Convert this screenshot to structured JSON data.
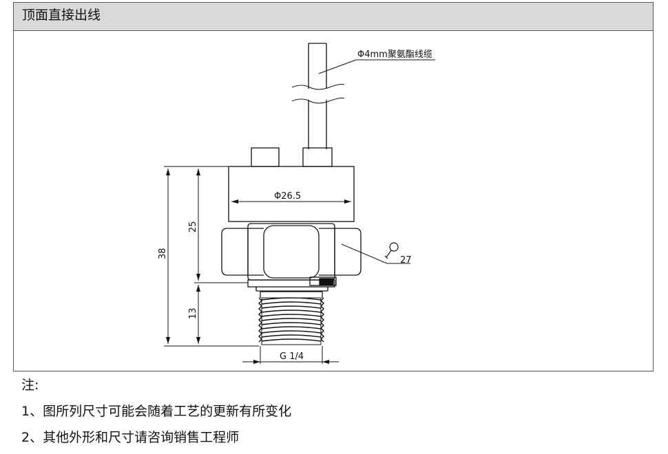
{
  "panel": {
    "title": "顶面直接出线"
  },
  "drawing": {
    "cable_label": "Φ4mm聚氨酯线缆",
    "diameter_label": "Φ26.5",
    "wrench_size": "27",
    "dim_total": "38",
    "dim_upper": "25",
    "dim_lower": "13",
    "thread_label": "G 1/4"
  },
  "notes": {
    "heading": "注:",
    "items": [
      "1、图所列尺寸可能会随着工艺的更新有所变化",
      "2、其他外形和尺寸请咨询销售工程师"
    ]
  }
}
